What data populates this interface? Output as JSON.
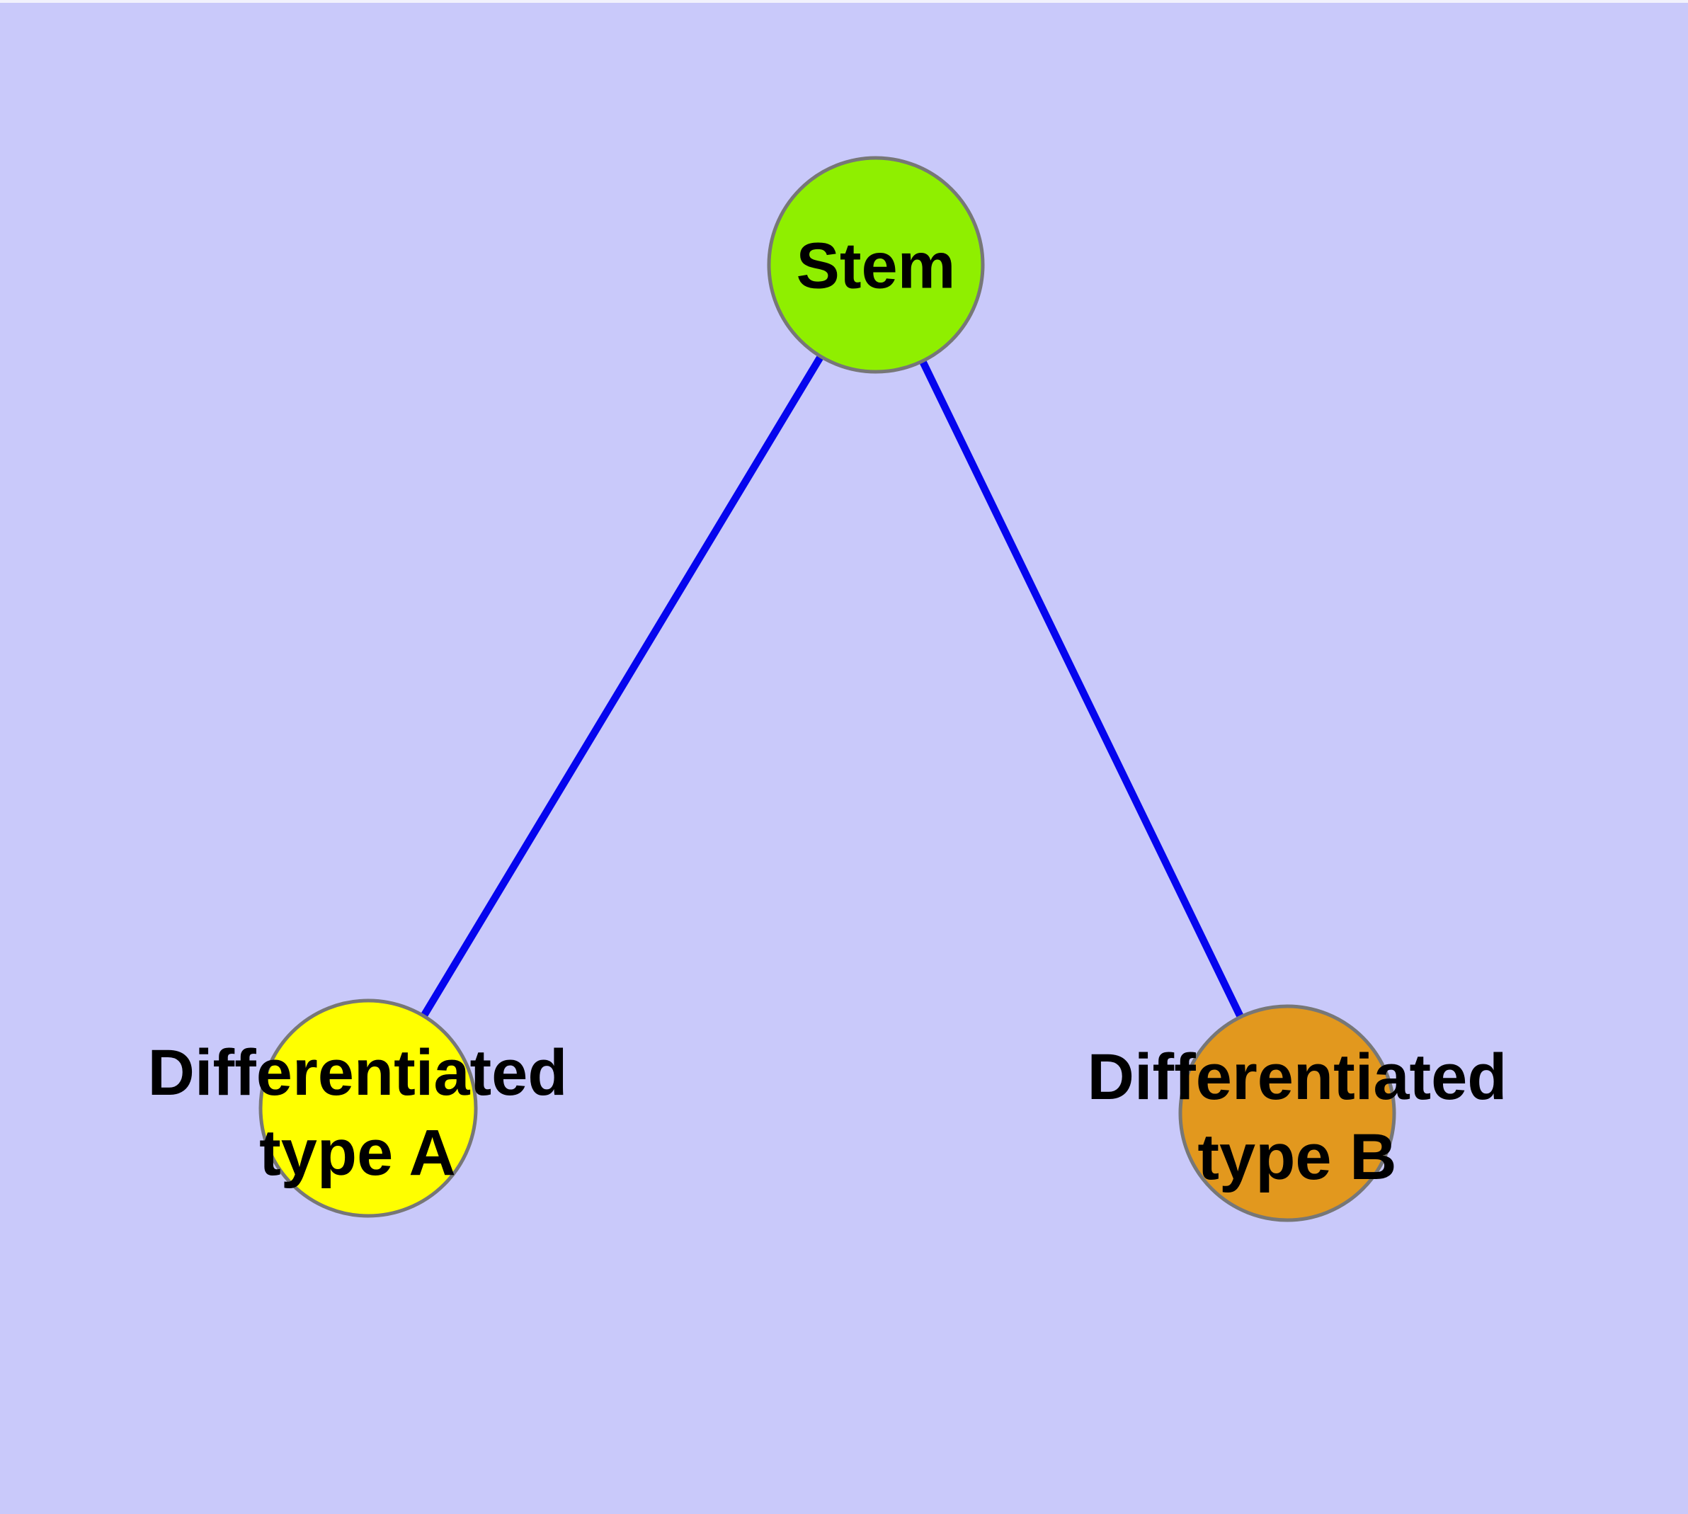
{
  "diagram": {
    "background_color": "#C9C9FA",
    "node_border_color": "#777777",
    "edge_color": "#0505EE",
    "label_text_color": "#000000",
    "nodes": [
      {
        "id": "stem",
        "lines": [
          "Stem"
        ],
        "fill": "#8FEF00"
      },
      {
        "id": "type_a",
        "lines": [
          "Differentiated",
          "type A"
        ],
        "fill": "#FFFF00"
      },
      {
        "id": "type_b",
        "lines": [
          "Differentiated",
          "type B"
        ],
        "fill": "#E2981E"
      }
    ],
    "edges": [
      {
        "from": "stem",
        "to": "type_a"
      },
      {
        "from": "stem",
        "to": "type_b"
      }
    ]
  }
}
